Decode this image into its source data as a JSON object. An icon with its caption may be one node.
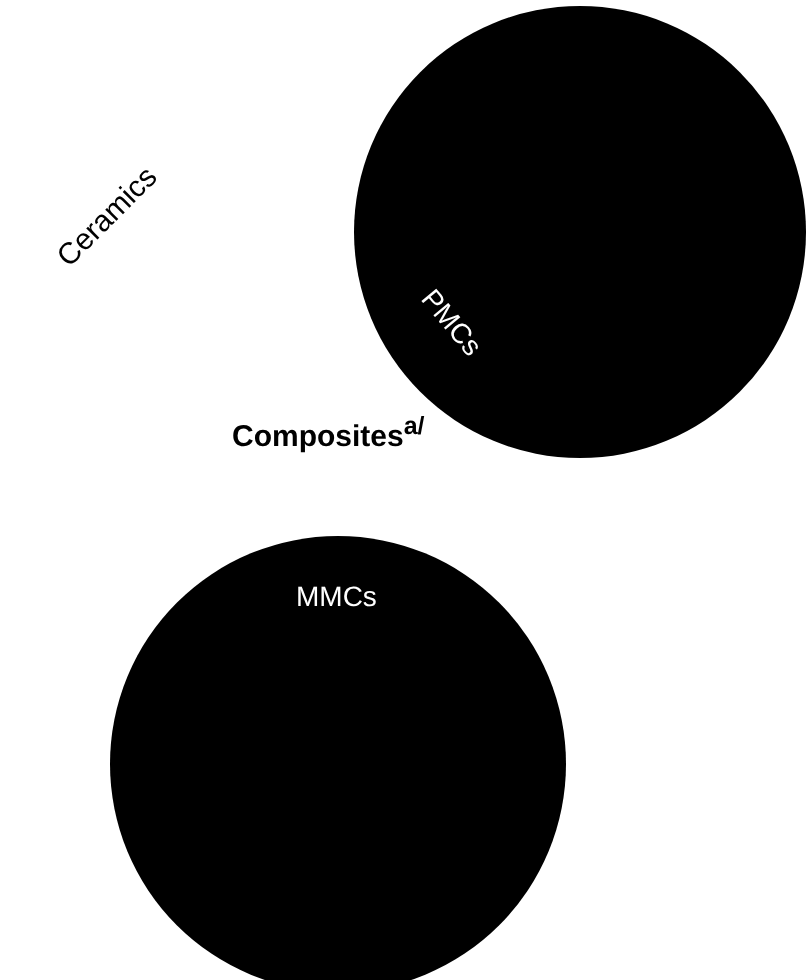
{
  "diagram": {
    "nodes": [
      {
        "text": [
          "PMCs"
        ]
      },
      {
        "text": [
          "MMCs"
        ]
      }
    ],
    "labels": [
      "Ceramics",
      "Composites$^{a/}$"
    ]
  }
}
